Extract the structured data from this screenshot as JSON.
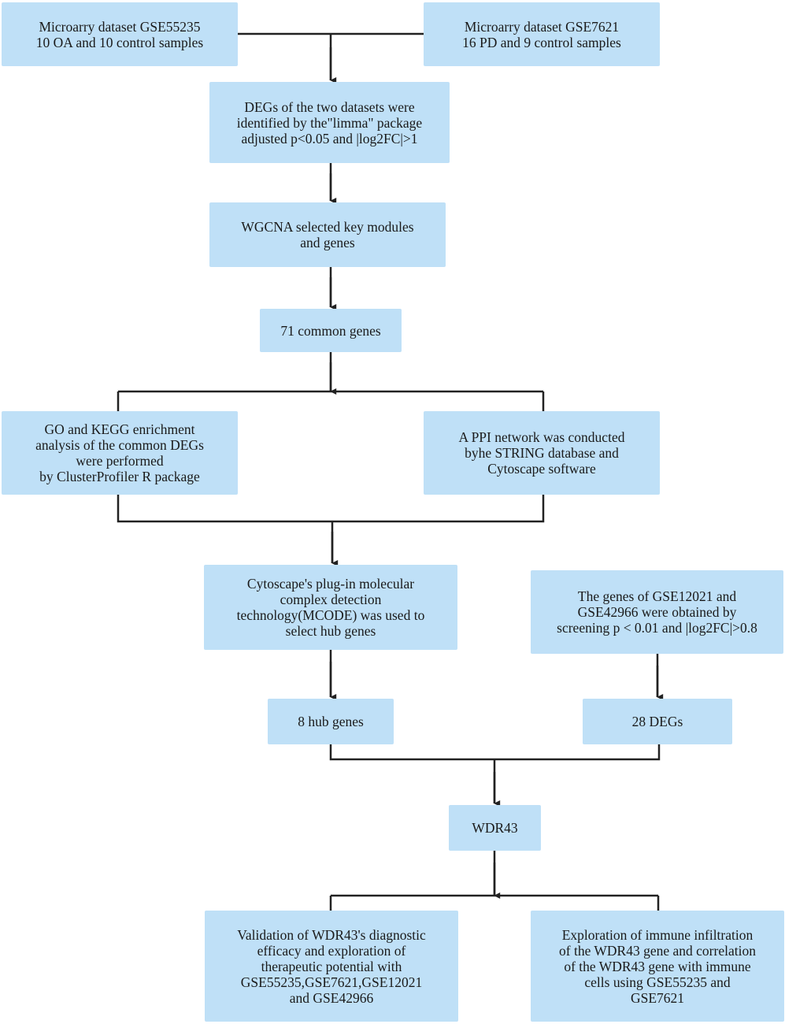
{
  "colors": {
    "box_fill": "#bfe0f7",
    "connector": "#222222"
  },
  "nodes": {
    "gse55235": {
      "text": "Microarry dataset GSE55235\n10 OA and 10 control samples"
    },
    "gse7621": {
      "text": "Microarry dataset GSE7621\n16 PD and 9 control samples"
    },
    "degs": {
      "text": "DEGs of the two datasets were\nidentified by the\"limma\" package\nadjusted p<0.05 and |log2FC|>1"
    },
    "wgcna": {
      "text": "WGCNA selected key modules\nand genes"
    },
    "common": {
      "text": "71 common genes"
    },
    "go_kegg": {
      "text": "GO and KEGG enrichment\nanalysis of the common DEGs\nwere performed\nby ClusterProfiler R package"
    },
    "ppi": {
      "text": "A PPI network was conducted\nbyhe STRING database  and\nCytoscape software"
    },
    "mcode": {
      "text": "Cytoscape's plug-in molecular\ncomplex detection\ntechnology(MCODE)  was used to\nselect hub genes"
    },
    "gse12021": {
      "text": "The genes of GSE12021 and\nGSE42966 were obtained by\nscreening p < 0.01 and |log2FC|>0.8"
    },
    "hub": {
      "text": "8 hub genes"
    },
    "degs28": {
      "text": "28 DEGs"
    },
    "wdr43": {
      "text": "WDR43"
    },
    "validation": {
      "text": "Validation of WDR43's diagnostic\nefficacy and exploration of\ntherapeutic potential with\nGSE55235,GSE7621,GSE12021\nand GSE42966"
    },
    "immune": {
      "text": "Exploration of immune infiltration\nof the WDR43 gene and correlation\nof the WDR43 gene with immune\ncells using GSE55235 and\nGSE7621"
    }
  }
}
